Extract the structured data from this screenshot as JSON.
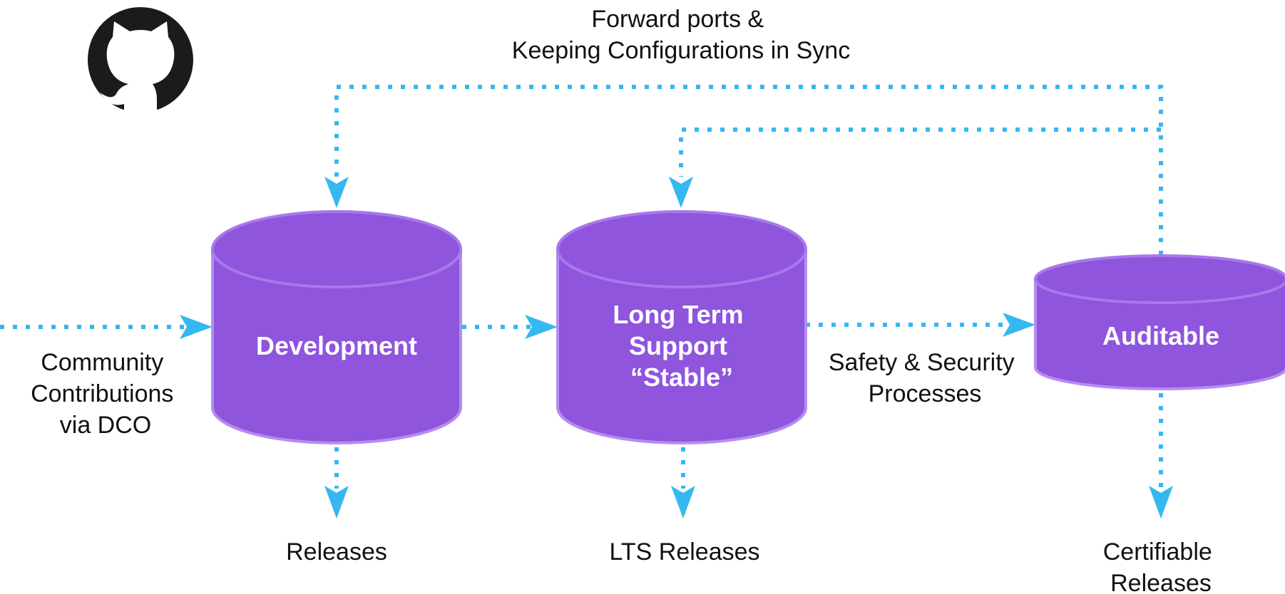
{
  "logo": {
    "name": "github-octocat-logo",
    "color": "#1b1b1b"
  },
  "colors": {
    "arrow": "#35b8ef",
    "cylinder_fill": "#8f55dc",
    "cylinder_rim": "#a978ec",
    "cylinder_border": "#b68cf0",
    "text": "#111111",
    "cylinder_text": "#ffffff"
  },
  "top_label": [
    "Forward ports &",
    "Keeping Configurations in Sync"
  ],
  "repositories": [
    {
      "id": "development",
      "label": [
        "Development"
      ]
    },
    {
      "id": "lts",
      "label": [
        "Long Term",
        "Support",
        "“Stable”"
      ]
    },
    {
      "id": "auditable",
      "label": [
        "Auditable"
      ]
    }
  ],
  "inputs": {
    "community": [
      "Community",
      "Contributions",
      "via DCO"
    ],
    "safety": [
      "Safety & Security",
      "Processes"
    ]
  },
  "outputs": {
    "releases": [
      "Releases"
    ],
    "lts_releases": [
      "LTS Releases"
    ],
    "certifiable": [
      "Certifiable",
      "Releases"
    ]
  }
}
